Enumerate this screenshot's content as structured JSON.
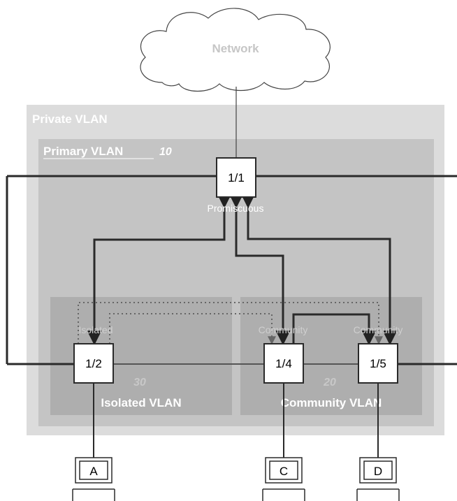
{
  "cloud": {
    "label": "Network"
  },
  "private_vlan": {
    "label": "Private VLAN"
  },
  "primary_vlan": {
    "label": "Primary VLAN",
    "id": "10"
  },
  "isolated_vlan": {
    "id": "30",
    "label": "Isolated VLAN"
  },
  "community_vlan": {
    "id": "20",
    "label": "Community VLAN"
  },
  "ports": [
    {
      "label": "1/1",
      "role": "Promiscuous"
    },
    {
      "label": "1/2",
      "role": "Isolated"
    },
    {
      "label": "1/4",
      "role": "Community"
    },
    {
      "label": "1/5",
      "role": "Community"
    }
  ],
  "hosts": [
    "A",
    "C",
    "D"
  ]
}
